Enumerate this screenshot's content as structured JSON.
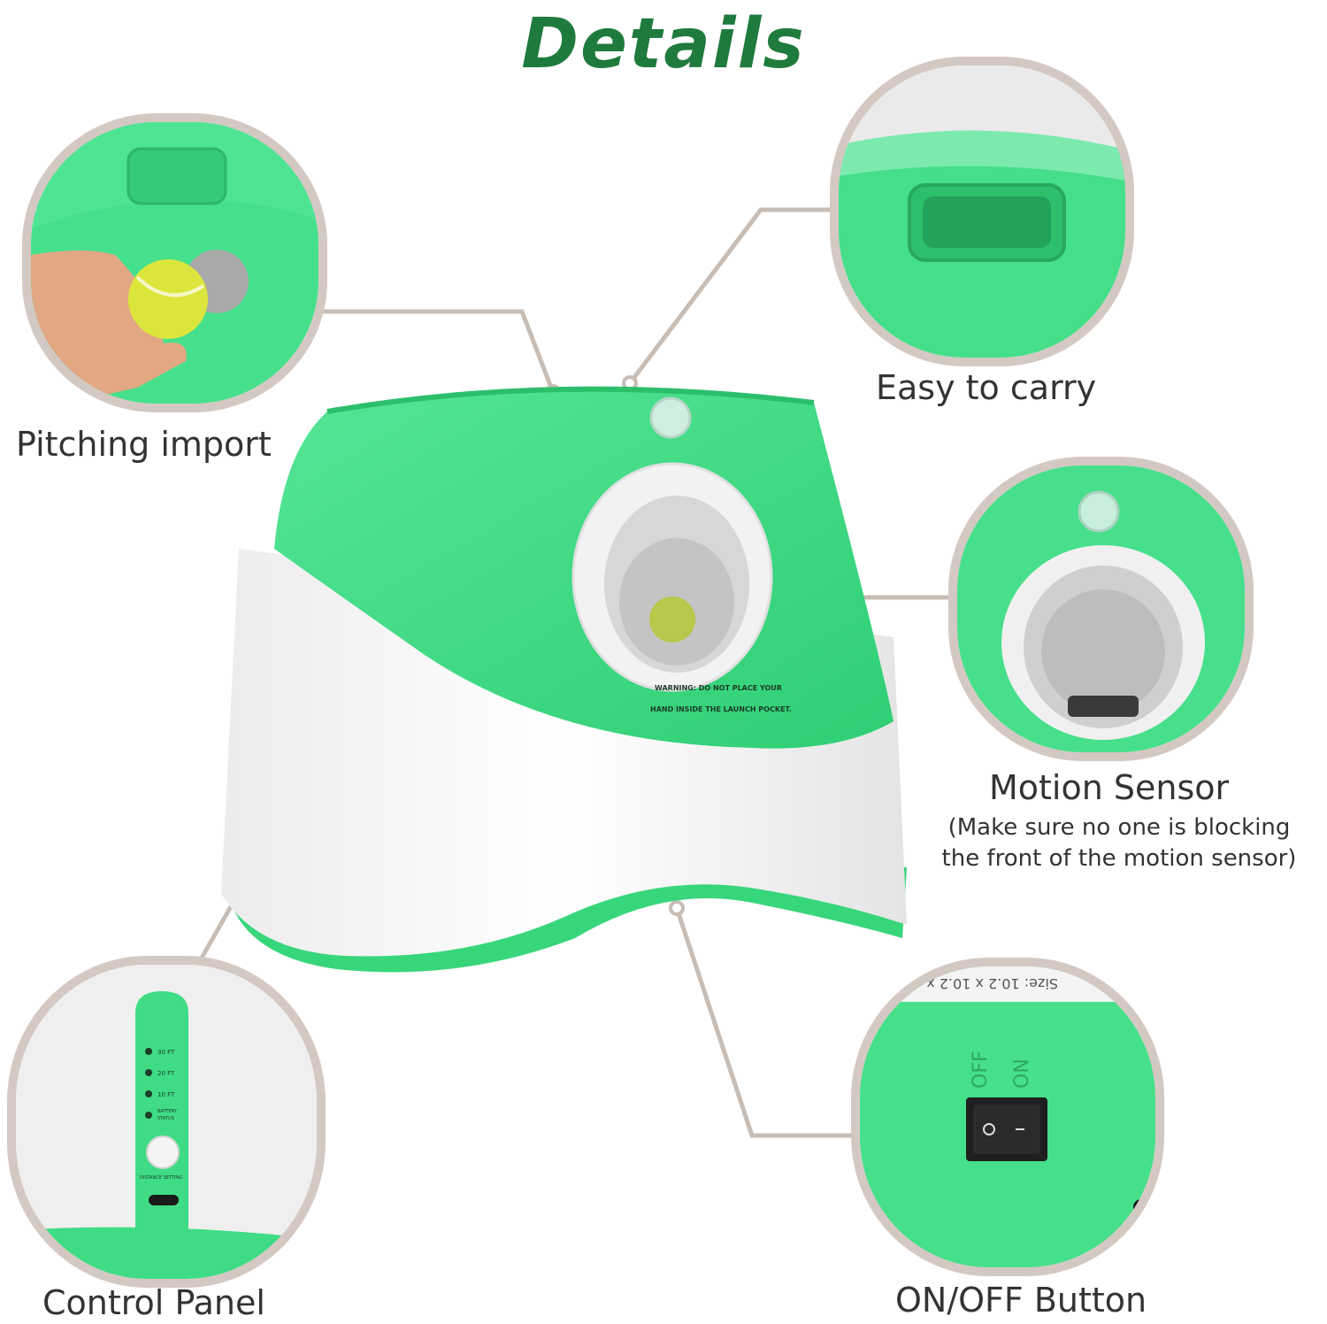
{
  "header": {
    "title": "Details"
  },
  "callouts": {
    "pitching": {
      "label": "Pitching import"
    },
    "carry": {
      "label": "Easy to carry"
    },
    "sensor": {
      "label": "Motion Sensor",
      "note_line1": "(Make sure no one is blocking",
      "note_line2": "the front of the motion sensor)"
    },
    "control": {
      "label": "Control Panel"
    },
    "switch": {
      "label": "ON/OFF Button"
    }
  },
  "product": {
    "warning_line1": "WARNING: DO NOT PLACE YOUR",
    "warning_line2": "HAND INSIDE THE LAUNCH POCKET."
  },
  "control_panel": {
    "levels": [
      "30 FT",
      "20 FT",
      "10 FT"
    ],
    "battery_line1": "BATTERY",
    "battery_line2": "STATUS",
    "distance": "DISTANCE SETTING"
  },
  "switch_panel": {
    "off": "OFF",
    "on": "ON",
    "size_text": "Size: 10.2 x 10.2 x"
  },
  "colors": {
    "brand_green": "#3fdc85",
    "title_green": "#1f7a3e",
    "frame": "#d3c9c2",
    "text": "#333333"
  }
}
